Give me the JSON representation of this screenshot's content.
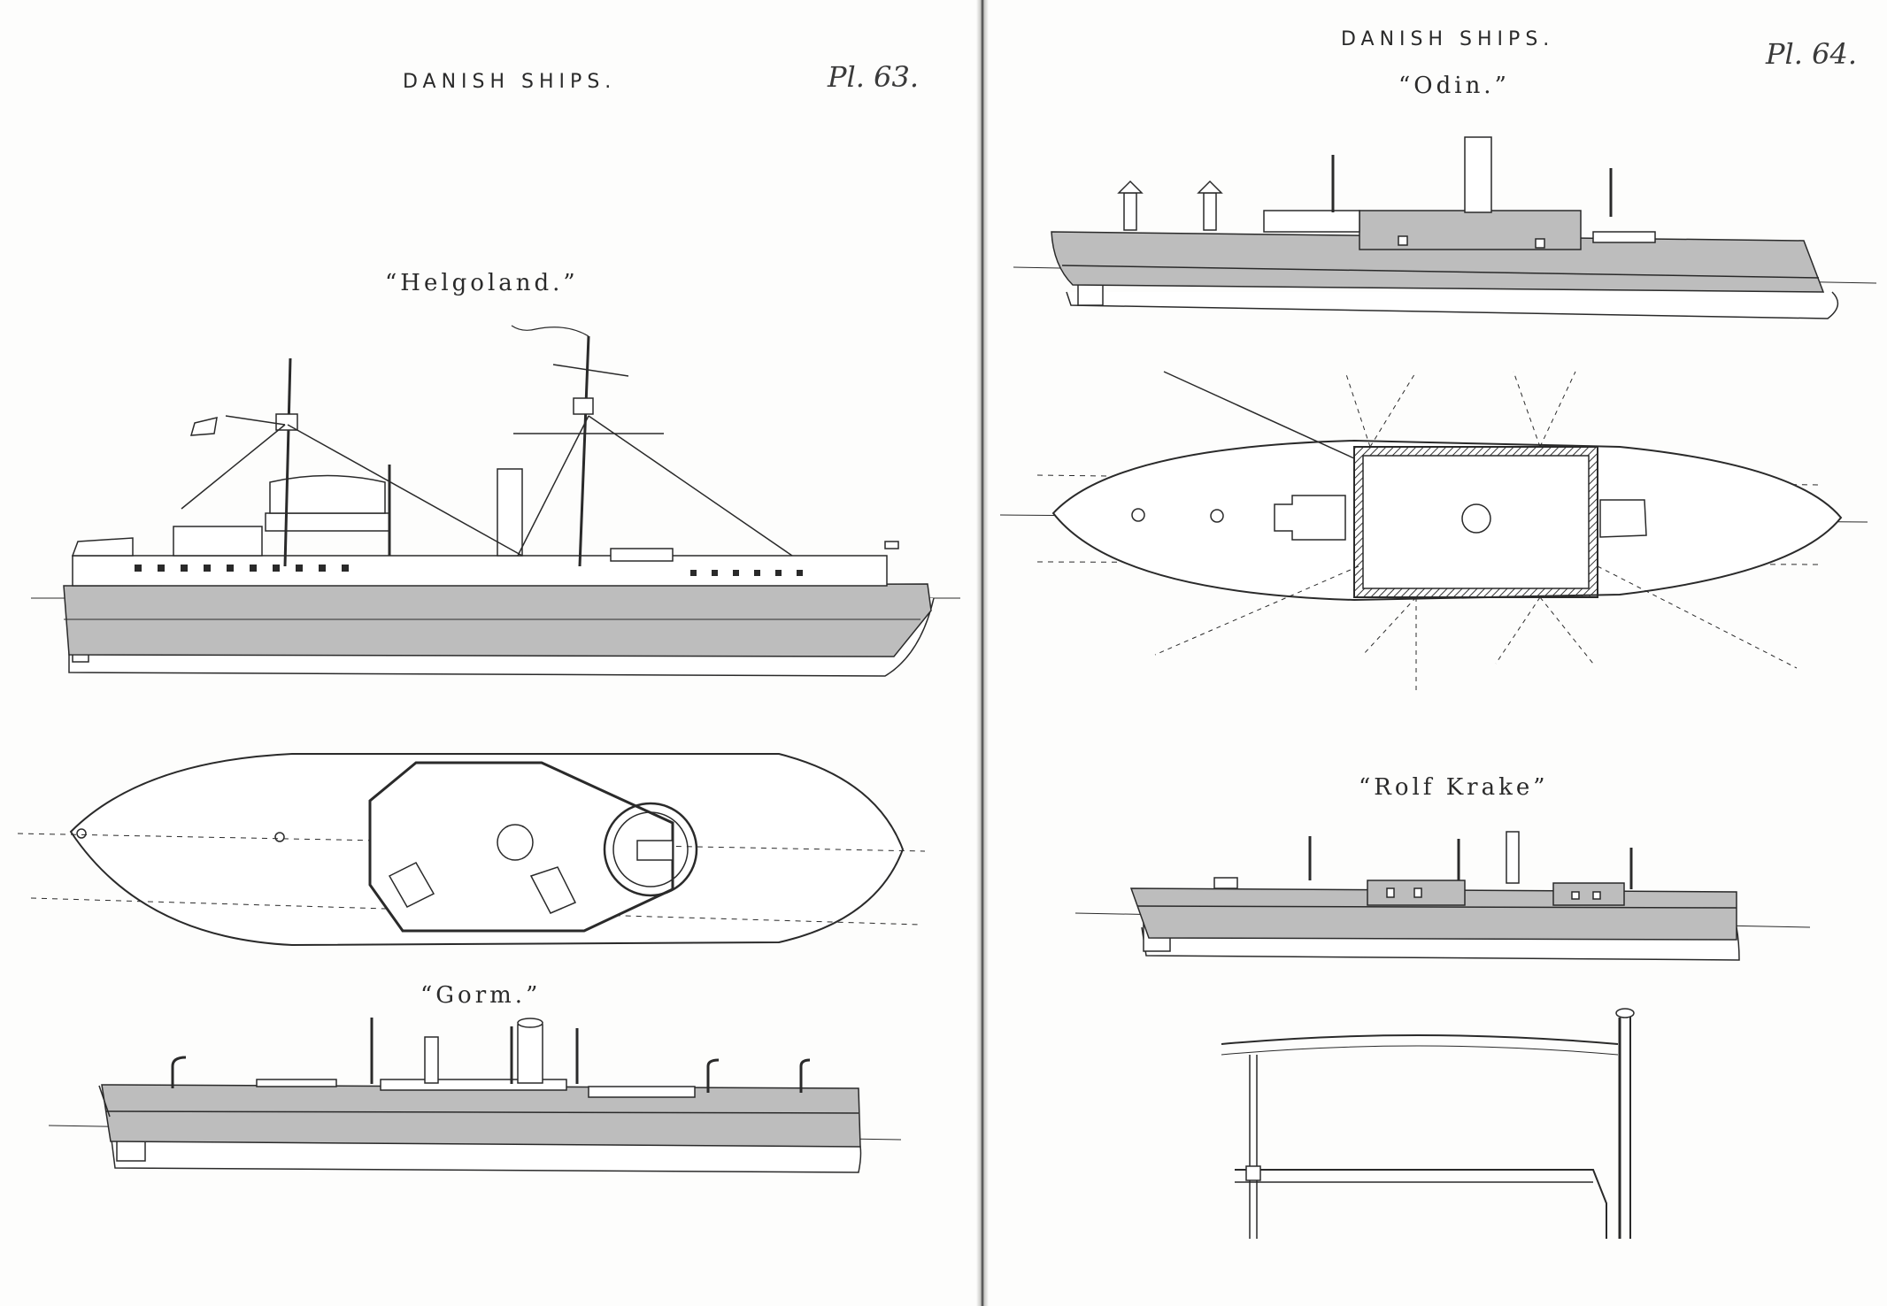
{
  "left_page": {
    "header": "DANISH SHIPS.",
    "plate": "Pl. 63.",
    "ships": [
      {
        "name": "“Helgoland.”"
      },
      {
        "name": "“Gorm.”"
      }
    ]
  },
  "right_page": {
    "header": "DANISH SHIPS.",
    "plate": "Pl. 64.",
    "ships": [
      {
        "name": "“Odin.”"
      },
      {
        "name": "“Rolf Krake”"
      }
    ]
  },
  "colors": {
    "hull_shade": "#bdbdbd",
    "ink": "#2a2a2a",
    "paper": "#fdfdfc"
  }
}
